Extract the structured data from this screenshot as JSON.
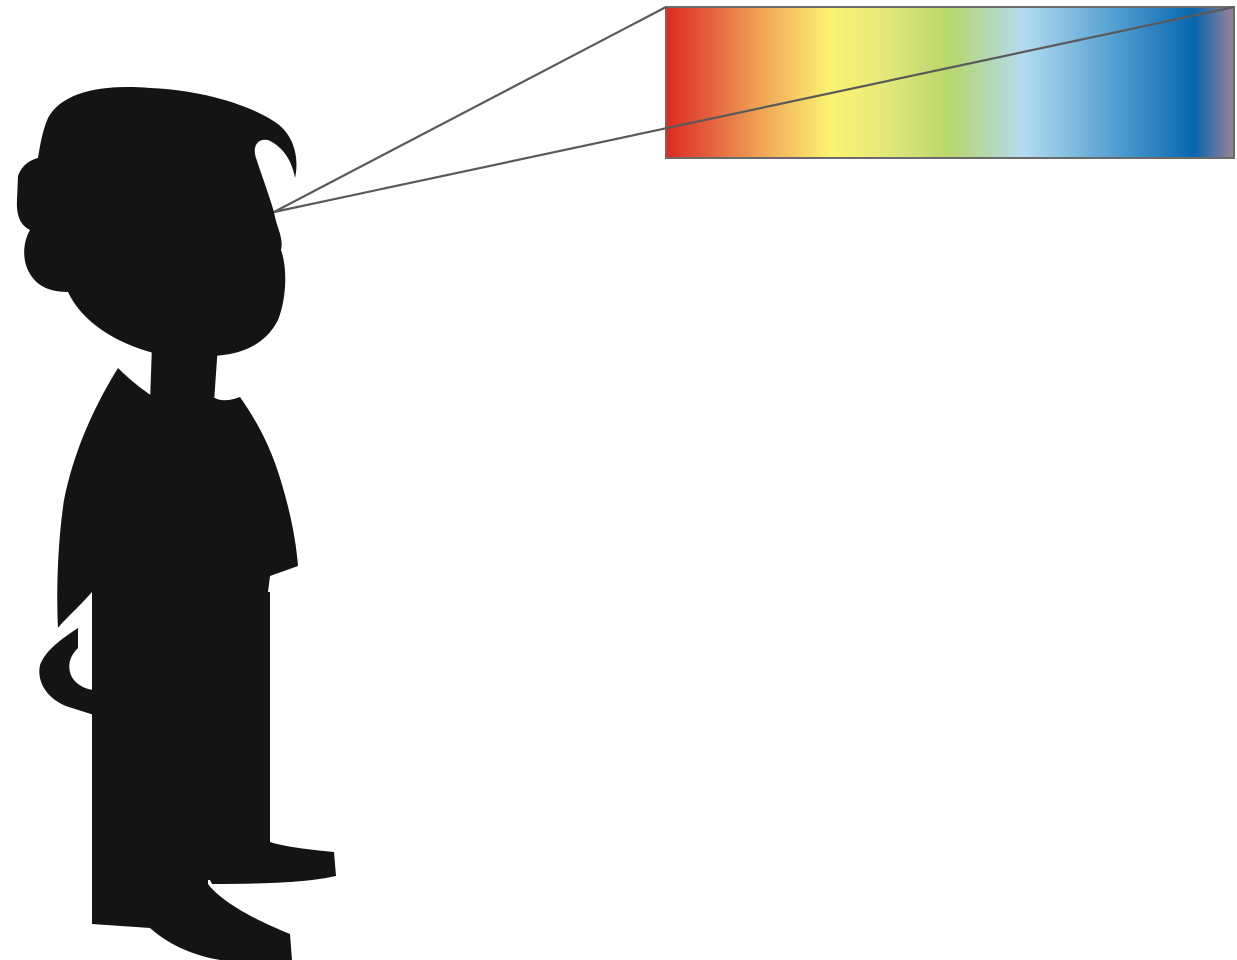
{
  "colors": {
    "background": "#ffffff",
    "silhouette": "#141414",
    "sight_line": "#5a5a5a",
    "spectrum_border": "#6b6b6b"
  },
  "figure": {
    "icon": "person-silhouette-icon"
  },
  "spectrum": {
    "gradient_stops": [
      {
        "color": "#dc2a23",
        "offset": 0.0
      },
      {
        "color": "#e5623f",
        "offset": 0.08
      },
      {
        "color": "#f1a657",
        "offset": 0.17
      },
      {
        "color": "#fbf471",
        "offset": 0.29
      },
      {
        "color": "#e6e97a",
        "offset": 0.38
      },
      {
        "color": "#b7d66c",
        "offset": 0.5
      },
      {
        "color": "#b3dbf0",
        "offset": 0.63
      },
      {
        "color": "#4d9bcf",
        "offset": 0.8
      },
      {
        "color": "#0767ae",
        "offset": 0.93
      },
      {
        "color": "#9a8296",
        "offset": 1.0
      }
    ]
  }
}
